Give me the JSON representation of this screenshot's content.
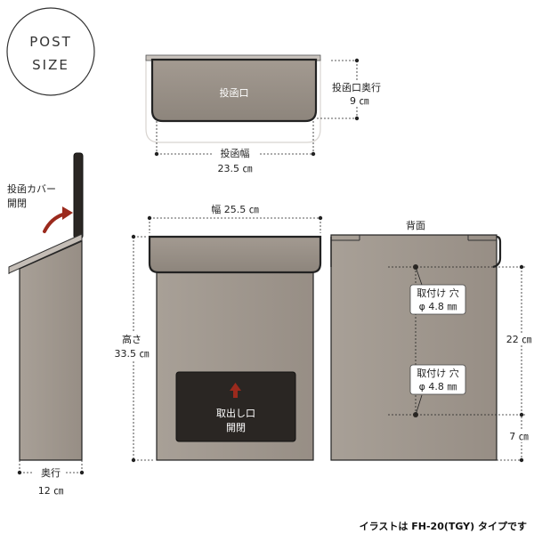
{
  "badge": {
    "line1": "POST",
    "line2": "SIZE"
  },
  "top_view": {
    "slot_label": "投函口",
    "depth_label": "投函口奥行",
    "depth_value": "9 ㎝",
    "width_label": "投函幅",
    "width_value": "23.5 ㎝"
  },
  "side_view": {
    "cover_label_1": "投函カバー",
    "cover_label_2": "開閉",
    "depth_label": "奥行",
    "depth_value": "12 ㎝"
  },
  "front_view": {
    "width_label": "幅 25.5 ㎝",
    "height_label_1": "高さ",
    "height_value": "33.5 ㎝",
    "door_label_1": "取出し口",
    "door_label_2": "開閉"
  },
  "back_view": {
    "title": "背面",
    "hole_label": "取付け 穴",
    "hole_value": "φ 4.8 ㎜",
    "distance_1": "22 ㎝",
    "distance_2": "7 ㎝"
  },
  "caption": "イラストは FH-20(TGY) タイプです",
  "colors": {
    "body": "#a39a91",
    "body_shade": "#8a8179",
    "outline": "#222222",
    "door_panel": "#2a2623",
    "arrow_red": "#9b2a1d",
    "dimension_line": "#222222"
  }
}
